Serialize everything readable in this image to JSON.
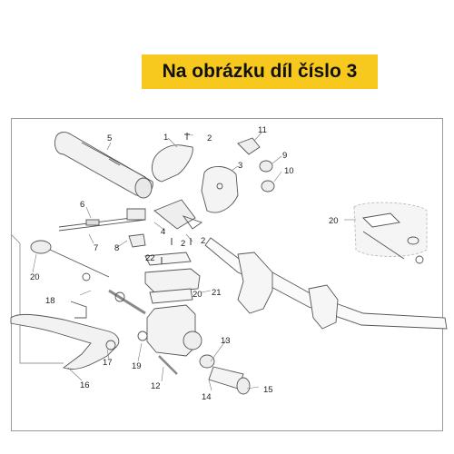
{
  "banner": {
    "text": "Na obrázku díl číslo 3",
    "color": "#f7c81e"
  },
  "labels": [
    "5",
    "1",
    "2",
    "11",
    "9",
    "10",
    "3",
    "6",
    "7",
    "8",
    "4",
    "2",
    "2",
    "22",
    "20",
    "21",
    "20",
    "18",
    "17",
    "16",
    "19",
    "12",
    "13",
    "14",
    "15",
    "20"
  ],
  "icons": [
    "handlebar-grip-icon",
    "throttle-housing-icon",
    "brake-master-cylinder-icon",
    "brake-lever-icon",
    "handlebar-icon",
    "reservoir-icon"
  ]
}
